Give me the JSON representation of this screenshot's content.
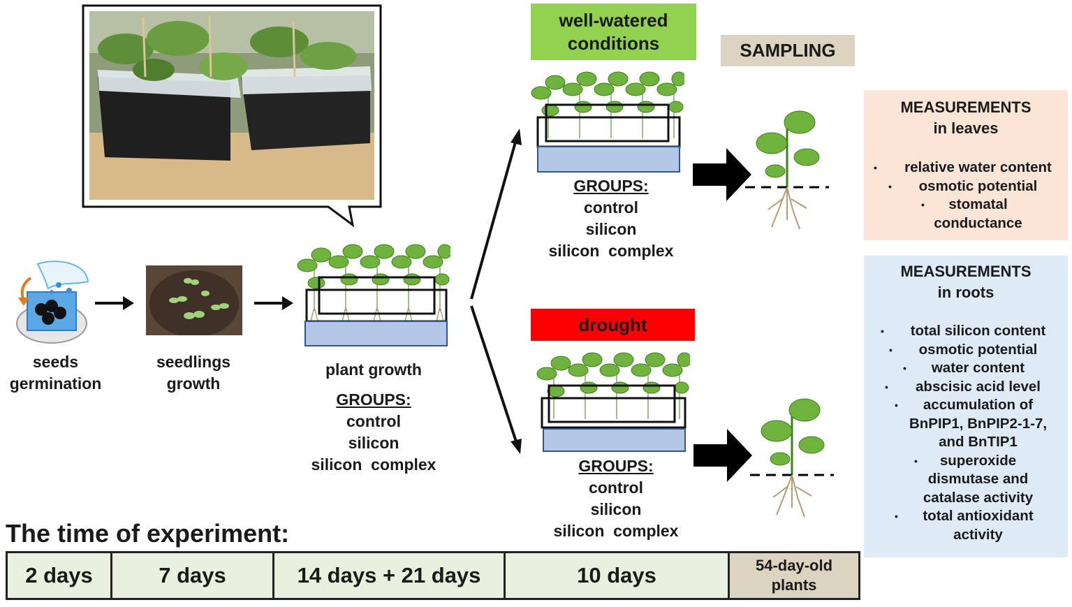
{
  "stages": {
    "seeds": [
      "seeds",
      "germination"
    ],
    "seedlings": [
      "seedlings",
      "growth"
    ],
    "plant_growth": "plant growth"
  },
  "groups": {
    "heading": "GROUPS:",
    "items": [
      "control",
      "silicon",
      "silicon  complex"
    ]
  },
  "conditions": {
    "well_watered": [
      "well-watered",
      "conditions"
    ],
    "drought": "drought",
    "well_watered_color": "#92d050",
    "drought_color": "#ff0000"
  },
  "sampling": "SAMPLING",
  "measurements_leaves": {
    "title": [
      "MEASUREMENTS",
      "in leaves"
    ],
    "items": [
      "relative water content",
      "osmotic potential",
      "stomatal",
      "conductance"
    ],
    "bg": "#fbe5d6"
  },
  "measurements_roots": {
    "title": [
      "MEASUREMENTS",
      "in roots"
    ],
    "items": [
      "total silicon content",
      "osmotic potential",
      "water content",
      "abscisic acid level",
      "accumulation of",
      "BnPIP1, BnPIP2-1-7,",
      "and BnTIP1",
      "superoxide",
      "dismutase and",
      "catalase activity",
      "total antioxidant",
      "activity"
    ],
    "bg": "#deebf7"
  },
  "timeline": {
    "title": "The time of experiment:",
    "cells": [
      "2 days",
      "7 days",
      "14 days + 21 days",
      "10 days"
    ],
    "final": [
      "54-day-old",
      "plants"
    ]
  }
}
